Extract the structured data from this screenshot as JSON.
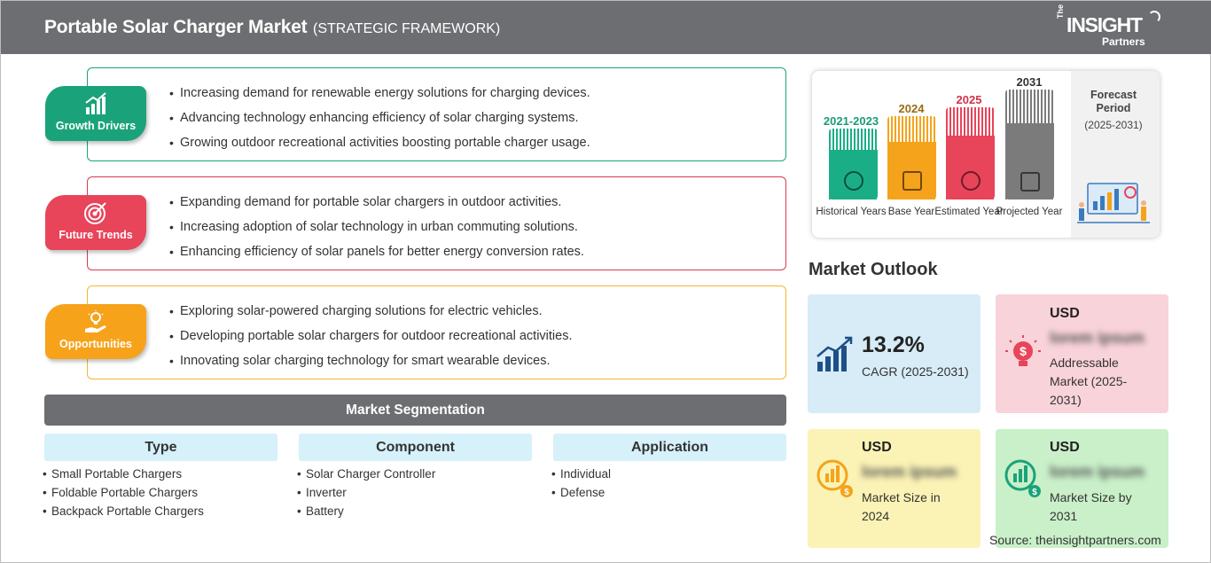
{
  "header": {
    "title": "Portable Solar Charger Market",
    "subtitle": "(STRATEGIC FRAMEWORK)",
    "logo": {
      "the": "The",
      "insight": "INSIGHT",
      "partners": "Partners"
    }
  },
  "drivers": [
    {
      "label": "Growth Drivers",
      "color": "#1aa37a",
      "border": "#1aa37a",
      "icon": "growth-chart-icon",
      "items": [
        "Increasing demand for renewable energy solutions for charging devices.",
        "Advancing technology enhancing efficiency of solar charging systems.",
        "Growing outdoor recreational activities boosting portable charger usage."
      ]
    },
    {
      "label": "Future Trends",
      "color": "#e8445a",
      "border": "#d63b50",
      "icon": "target-icon",
      "items": [
        "Expanding demand for portable solar chargers in outdoor activities.",
        "Increasing adoption of solar technology in urban commuting solutions.",
        "Enhancing efficiency of solar panels for better energy conversion rates."
      ]
    },
    {
      "label": "Opportunities",
      "color": "#f7a21b",
      "border": "#f5b630",
      "icon": "hand-lightbulb-icon",
      "items": [
        "Exploring solar-powered charging solutions for electric vehicles.",
        "Developing portable solar chargers for outdoor recreational activities.",
        "Innovating solar charging technology for smart wearable devices."
      ]
    }
  ],
  "segmentation": {
    "title": "Market Segmentation",
    "columns": [
      {
        "head": "Type",
        "items": [
          "Small Portable Chargers",
          "Foldable Portable Chargers",
          "Backpack Portable Chargers"
        ]
      },
      {
        "head": "Component",
        "items": [
          "Solar Charger Controller",
          "Inverter",
          "Battery"
        ]
      },
      {
        "head": "Application",
        "items": [
          "Individual",
          "Defense"
        ]
      }
    ]
  },
  "timeline": {
    "bars": [
      {
        "year": "2021-2023",
        "label": "Historical Years",
        "color": "#1aae87",
        "year_color": "#1a9c78",
        "icon": "history-icon"
      },
      {
        "year": "2024",
        "label": "Base Year",
        "color": "#f5a31a",
        "year_color": "#9a6a10",
        "icon": "calendar-icon"
      },
      {
        "year": "2025",
        "label": "Estimated Year",
        "color": "#e8445a",
        "year_color": "#d03248",
        "icon": "gears-icon"
      },
      {
        "year": "2031",
        "label": "Projected Year",
        "color": "#7b7b7b",
        "year_color": "#333333",
        "icon": "presentation-icon"
      }
    ],
    "forecast_title": "Forecast Period",
    "forecast_range": "(2025-2031)"
  },
  "outlook": {
    "title": "Market Outlook",
    "cards": [
      {
        "big": "13.2%",
        "text": "CAGR (2025-2031)",
        "bg": "#d7ecf7",
        "icon": "growth-bars-icon"
      },
      {
        "usd": "USD",
        "blur": "lorem ipsum",
        "text": "Addressable Market (2025-2031)",
        "bg": "#f9d3da",
        "icon": "lightbulb-dollar-icon"
      },
      {
        "usd": "USD",
        "blur": "lorem ipsum",
        "text": "Market Size in 2024",
        "bg": "#fbf3b5",
        "icon": "chart-coin-icon"
      },
      {
        "usd": "USD",
        "blur": "lorem ipsum",
        "text": "Market Size by 2031",
        "bg": "#c9f0c9",
        "icon": "chart-coin-icon"
      }
    ]
  },
  "source": "Source: theinsightpartners.com"
}
